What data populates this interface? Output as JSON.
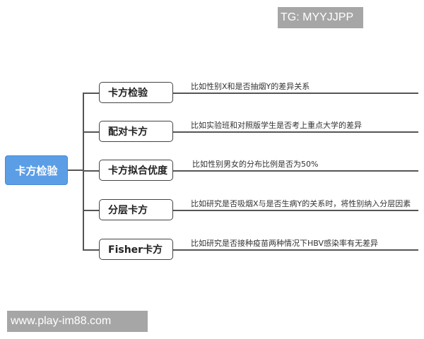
{
  "watermarks": {
    "top_right": "TG: MYYJJPP",
    "bottom_left": "www.play-im88.com"
  },
  "root": {
    "label": "卡方检验",
    "color": "#5b9ee6"
  },
  "children": [
    {
      "label": "卡方检验",
      "description": "比如性别X和是否抽烟Y的差异关系"
    },
    {
      "label": "配对卡方",
      "description": "比如实验班和对照版学生是否考上重点大学的差异"
    },
    {
      "label": "卡方拟合优度",
      "description": "比如性别男女的分布比例是否为50%"
    },
    {
      "label": "分层卡方",
      "description": "比如研究是否吸烟X与是否生病Y的关系时，将性别纳入分层因素"
    },
    {
      "label": "Fisher卡方",
      "description": "比如研究是否接种疫苗两种情况下HBV感染率有无差异"
    }
  ]
}
